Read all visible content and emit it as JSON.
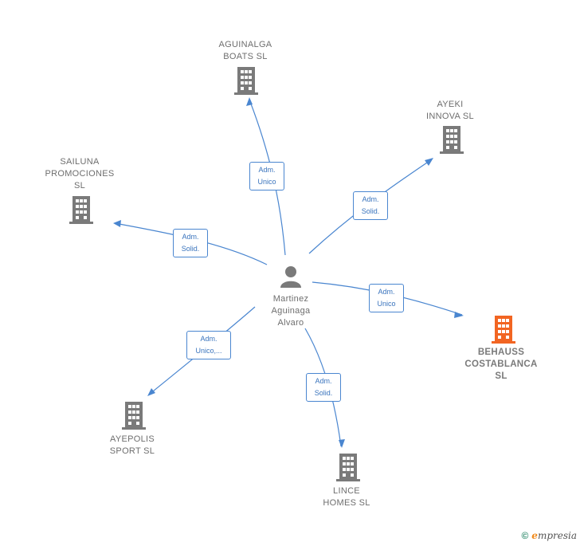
{
  "center_person": {
    "name": "Martinez\nAguinaga\nAlvaro",
    "icon": "person-icon"
  },
  "companies": [
    {
      "id": "aguinalga",
      "name": "AGUINALGA\nBOATS  SL",
      "icon": "building-icon",
      "highlight": false
    },
    {
      "id": "ayeki",
      "name": "AYEKI\nINNOVA SL",
      "icon": "building-icon",
      "highlight": false
    },
    {
      "id": "sailuna",
      "name": "SAILUNA\nPROMOCIONES\nSL",
      "icon": "building-icon",
      "highlight": false
    },
    {
      "id": "behauss",
      "name": "BEHAUSS\nCOSTABLANCA\nSL",
      "icon": "building-icon",
      "highlight": true
    },
    {
      "id": "ayepolis",
      "name": "AYEPOLIS\nSPORT SL",
      "icon": "building-icon",
      "highlight": false
    },
    {
      "id": "lince",
      "name": "LINCE\nHOMES  SL",
      "icon": "building-icon",
      "highlight": false
    }
  ],
  "relations": [
    {
      "to": "aguinalga",
      "label": "Adm.\nUnico"
    },
    {
      "to": "ayeki",
      "label": "Adm.\nSolid."
    },
    {
      "to": "sailuna",
      "label": "Adm.\nSolid."
    },
    {
      "to": "behauss",
      "label": "Adm.\nUnico"
    },
    {
      "to": "ayepolis",
      "label": "Adm.\nUnico,..."
    },
    {
      "to": "lince",
      "label": "Adm.\nSolid."
    }
  ],
  "colors": {
    "edge": "#4a86d0",
    "building": "#7a7a7a",
    "building_highlight": "#f26522",
    "person": "#7a7a7a"
  },
  "footer": {
    "copyright_symbol": "©",
    "brand_initial": "e",
    "brand_rest": "mpresia"
  }
}
